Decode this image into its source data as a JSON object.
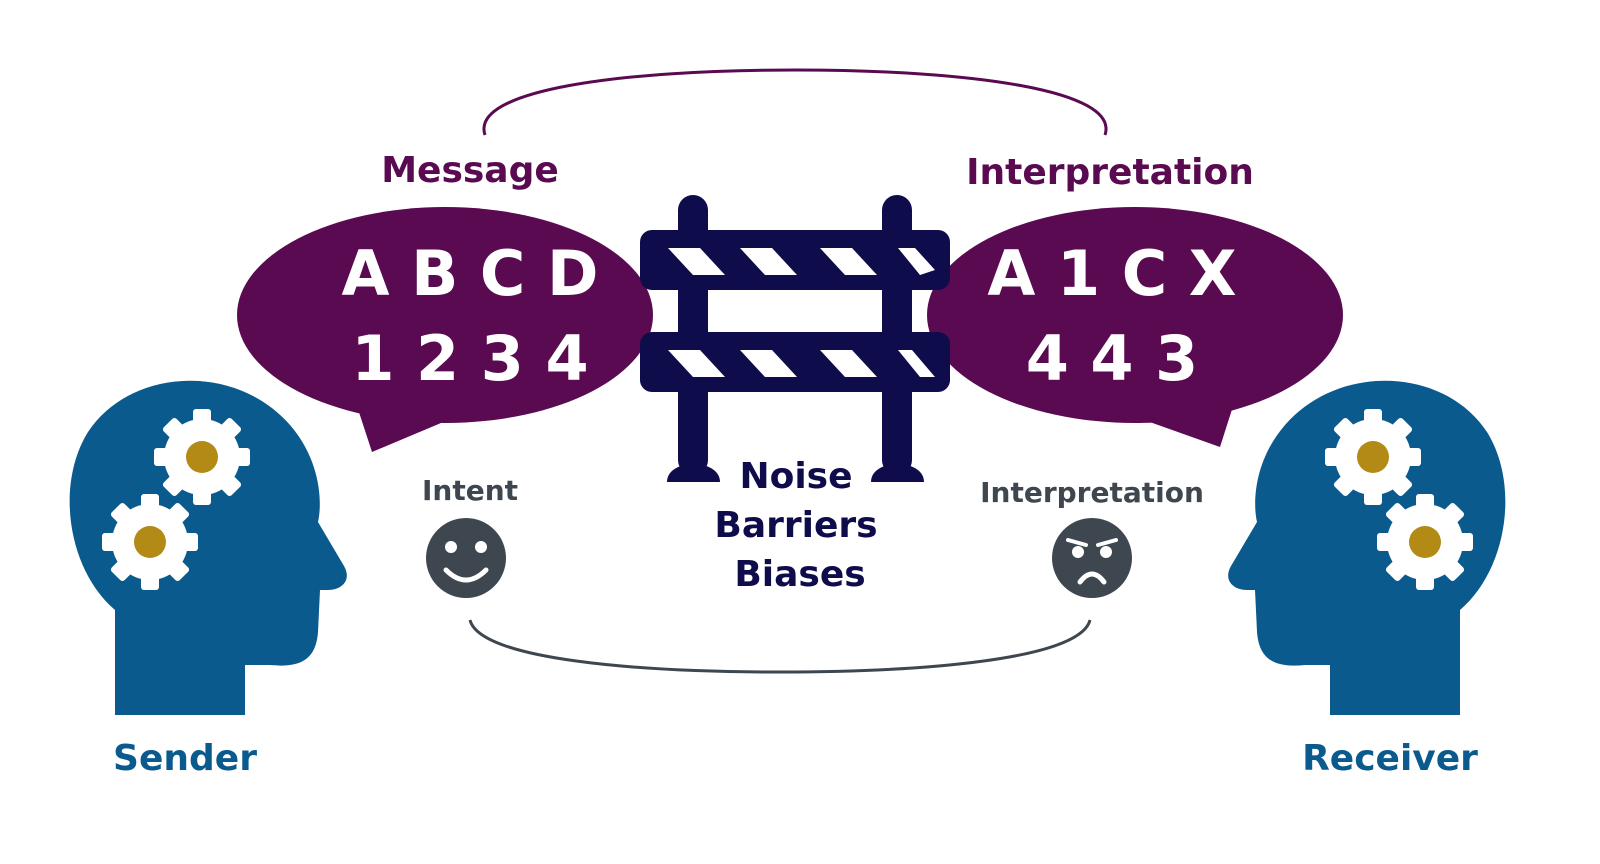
{
  "sender": {
    "label": "Sender"
  },
  "receiver": {
    "label": "Receiver"
  },
  "message": {
    "title": "Message",
    "line1": "A B C D",
    "line2": "1 2 3 4"
  },
  "interpretation": {
    "title": "Interpretation",
    "line1": "A 1 C X",
    "line2": "4 4 3"
  },
  "intent": {
    "label": "Intent",
    "icon": "smiley-face-icon"
  },
  "receiver_interpretation": {
    "label": "Interpretation",
    "icon": "frowning-face-icon"
  },
  "barrier": {
    "line1": "Noise",
    "line2": "Barriers",
    "line3": "Biases",
    "icon": "barricade-icon"
  },
  "colors": {
    "purple": "#5a0a50",
    "navy": "#0f0c4c",
    "blue": "#0b5a8e",
    "gray": "#3e474f",
    "gold": "#b48a16"
  }
}
